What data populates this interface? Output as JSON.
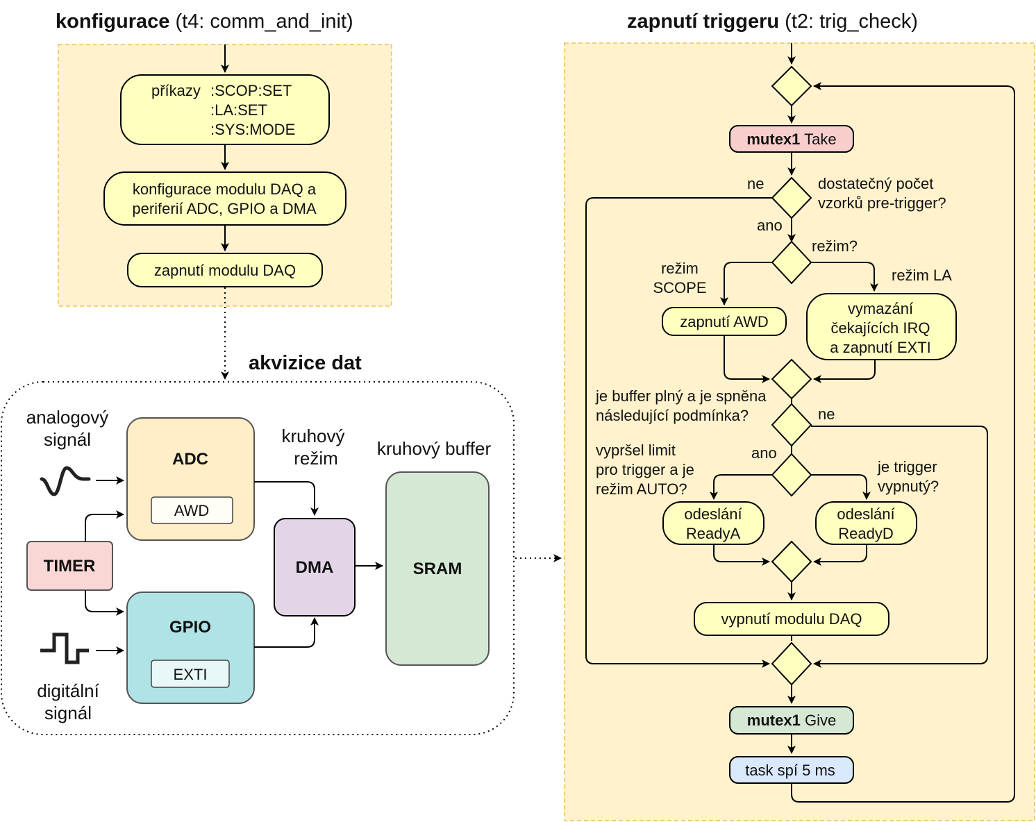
{
  "config": {
    "title_bold": "konfigurace",
    "title_rest": "(t4: comm_and_init)",
    "cmd_prefix": "příkazy",
    "cmds": [
      ":SCOP:SET",
      ":LA:SET",
      ":SYS:MODE"
    ],
    "step2": [
      "konfigurace modulu DAQ a",
      "periferií ADC, GPIO a DMA"
    ],
    "step3": "zapnutí modulu DAQ"
  },
  "daq": {
    "title": "akvizice dat",
    "analog_label": [
      "analogový",
      "signál"
    ],
    "digital_label": [
      "digitální",
      "signál"
    ],
    "adc": "ADC",
    "awd": "AWD",
    "gpio": "GPIO",
    "exti": "EXTI",
    "timer": "TIMER",
    "dma": "DMA",
    "dma_label": [
      "kruhový",
      "režim"
    ],
    "sram": "SRAM",
    "sram_label": "kruhový buffer"
  },
  "trigger": {
    "title_bold": "zapnutí triggeru",
    "title_rest": "(t2: trig_check)",
    "mutex_take_bold": "mutex1",
    "mutex_take_rest": "Take",
    "ne1": "ne",
    "q1": [
      "dostatečný počet",
      "vzorků pre-trigger?"
    ],
    "ano1": "ano",
    "q2": "režim?",
    "scope_label": [
      "režim",
      "SCOPE"
    ],
    "la_label": "režim LA",
    "awd_on": "zapnutí AWD",
    "irq_clear": [
      "vymazání",
      "čekajících IRQ",
      "a zapnutí EXTI"
    ],
    "q3": [
      "je buffer plný a je spněna",
      "následující podmínka?"
    ],
    "ne2": "ne",
    "ano2": "ano",
    "q4": [
      "vypršel limit",
      "pro trigger a je",
      "režim AUTO?"
    ],
    "q5": [
      "je trigger",
      "vypnutý?"
    ],
    "ready_a": [
      "odeslání",
      "ReadyA"
    ],
    "ready_d": [
      "odeslání",
      "ReadyD"
    ],
    "daq_off": "vypnutí modulu DAQ",
    "mutex_give_bold": "mutex1",
    "mutex_give_rest": "Give",
    "sleep": "task spí 5 ms"
  },
  "colors": {
    "zone_fill": "#fff2cc",
    "zone_border": "#f2c15c",
    "step_fill": "#ffffc0",
    "adc_fill": "#ffeec8",
    "gpio_fill": "#b0e3e6",
    "timer_fill": "#f8d7d5",
    "dma_fill": "#e1d5e7",
    "sram_fill": "#d5e8d4",
    "mutex_take_fill": "#f8cecc",
    "mutex_give_fill": "#d5e8d4",
    "sleep_fill": "#dae8fc"
  }
}
